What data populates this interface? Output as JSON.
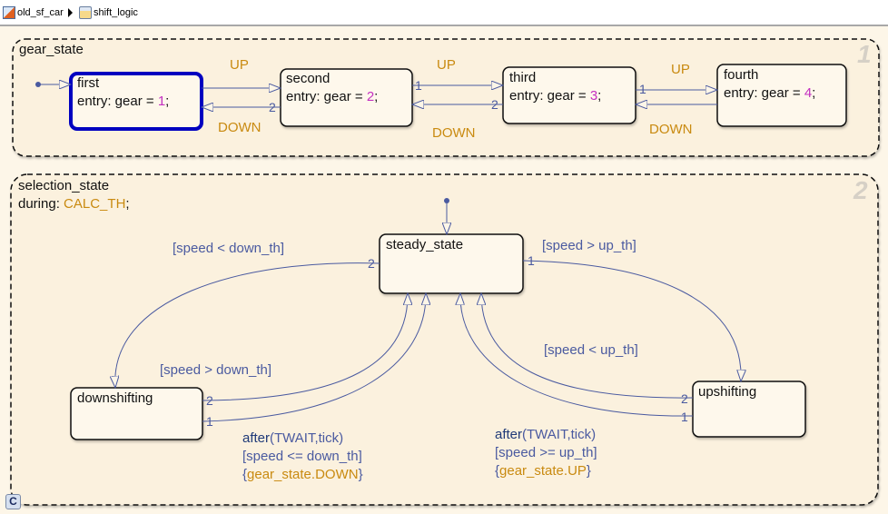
{
  "breadcrumb": {
    "model": {
      "label": "old_sf_car",
      "icon": "model-icon"
    },
    "chart": {
      "label": "shift_logic",
      "icon": "chart-icon"
    }
  },
  "colors": {
    "transition": "#4a5aa0",
    "event": "#c98a10",
    "value": "#c430c0",
    "active_state": "#0000c0"
  },
  "gear_state": {
    "name": "gear_state",
    "order": "1",
    "states": [
      {
        "name": "first",
        "entry_prefix": "entry: gear = ",
        "value": "1",
        "suffix": ";",
        "active": true
      },
      {
        "name": "second",
        "entry_prefix": "entry: gear = ",
        "value": "2",
        "suffix": ";"
      },
      {
        "name": "third",
        "entry_prefix": "entry: gear = ",
        "value": "3",
        "suffix": ";"
      },
      {
        "name": "fourth",
        "entry_prefix": "entry: gear = ",
        "value": "4",
        "suffix": ";"
      }
    ],
    "up_labels": [
      "UP",
      "UP",
      "UP"
    ],
    "down_labels": [
      "DOWN",
      "DOWN",
      "DOWN"
    ],
    "orders": {
      "first_down": "2",
      "second_up": "1",
      "second_down": "2",
      "third_up": "1"
    }
  },
  "selection_state": {
    "name": "selection_state",
    "during_prefix": "during: ",
    "during_action": "CALC_TH",
    "during_suffix": ";",
    "order": "2",
    "states": {
      "steady": "steady_state",
      "down": "downshifting",
      "up": "upshifting"
    },
    "transitions": {
      "steady_to_down": {
        "label": "[speed < down_th]",
        "order": "2"
      },
      "steady_to_up": {
        "label": "[speed > up_th]",
        "order": "1"
      },
      "down_to_steady_cancel": {
        "label": "[speed > down_th]",
        "order": "2"
      },
      "down_to_steady_fire": {
        "after": "after",
        "after_args": "(TWAIT,tick)",
        "condition": "[speed <= down_th]",
        "open": "{",
        "action": "gear_state.DOWN",
        "close": "}",
        "order": "1"
      },
      "up_to_steady_cancel": {
        "label": "[speed < up_th]",
        "order": "2"
      },
      "up_to_steady_fire": {
        "after": "after",
        "after_args": "(TWAIT,tick)",
        "condition": "[speed >= up_th]",
        "open": "{",
        "action": "gear_state.UP",
        "close": "}",
        "order": "1"
      }
    }
  },
  "corner_badge": "C"
}
